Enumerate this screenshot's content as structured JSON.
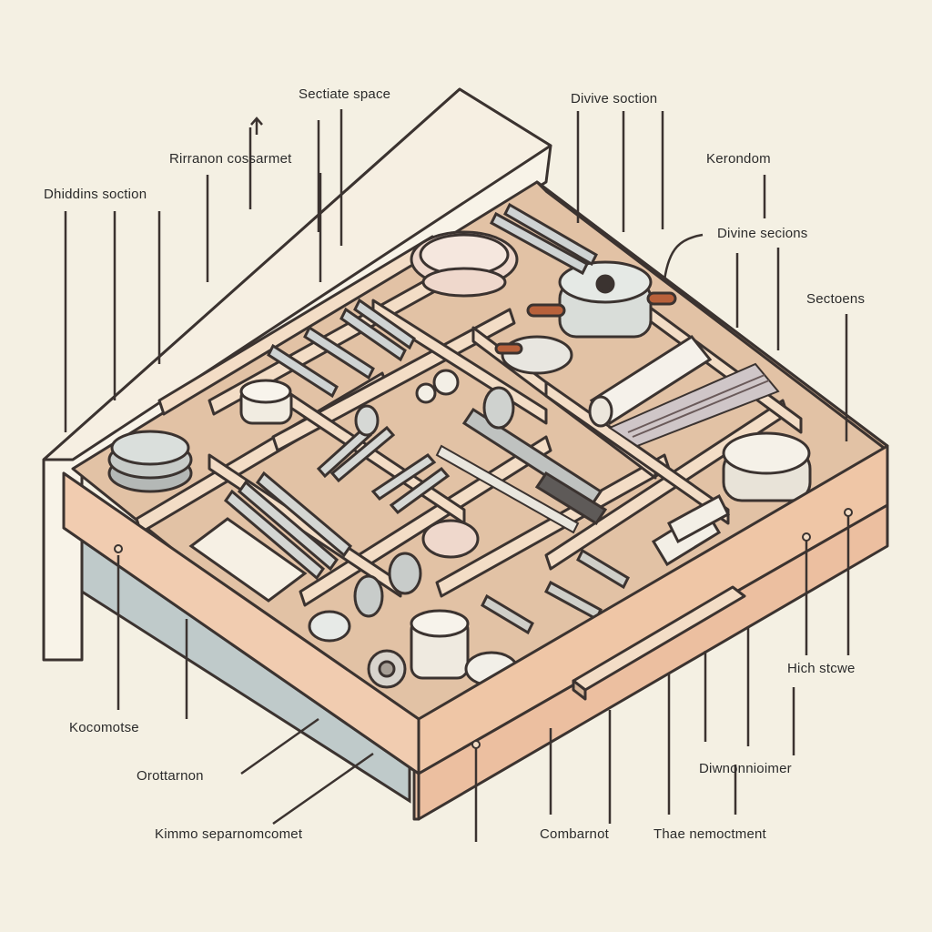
{
  "labels": {
    "top_center": "Sectiate space",
    "top_left_2": "Rirranon cossarmet",
    "top_left_1": "Dhiddins soction",
    "top_right_1": "Divive soction",
    "right_1": "Kerondom",
    "right_2": "Divine secions",
    "right_3": "Sectoens",
    "right_4": "Hich stcwe",
    "left_bottom_1": "Kocomotse",
    "left_bottom_2": "Orottarnon",
    "bottom_1": "Kimmo separnomcomet",
    "bottom_2": "Combarnot",
    "bottom_3": "Thae nemoctment",
    "bottom_right": "Diwnonnioimer"
  },
  "colors": {
    "background": "#f4f0e3",
    "drawer_front": "#ecc4a6",
    "drawer_interior": "#e2c2a5",
    "divider": "#f3ddc6",
    "outline": "#3b3330",
    "counter": "#f8f3e8",
    "rail": "#bfcaca"
  }
}
